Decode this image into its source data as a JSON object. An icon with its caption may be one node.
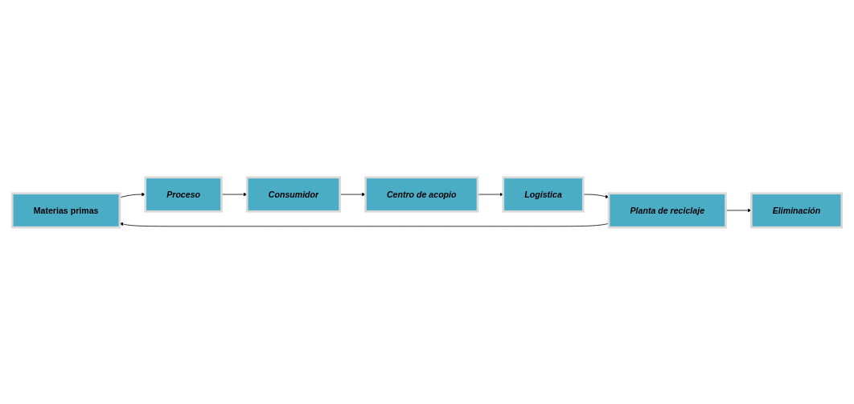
{
  "diagram": {
    "nodes": [
      {
        "text": [
          "Materias primas"
        ]
      },
      {
        "text": [
          "Proceso"
        ]
      },
      {
        "text": [
          "Consumidor"
        ]
      },
      {
        "text": [
          "Centro de acopio"
        ]
      },
      {
        "text": [
          "Logística"
        ]
      },
      {
        "text": [
          "Planta de reciclaje"
        ]
      },
      {
        "text": [
          "Eliminación"
        ]
      }
    ],
    "edges": [
      {
        "from": 0,
        "to": 1,
        "arrow": "to"
      },
      {
        "from": 1,
        "to": 2,
        "arrow": "to"
      },
      {
        "from": 2,
        "to": 3,
        "arrow": "to"
      },
      {
        "from": 3,
        "to": 4,
        "arrow": "to"
      },
      {
        "from": 4,
        "to": 5,
        "arrow": "to"
      },
      {
        "from": 5,
        "to": 0,
        "arrow": "to"
      },
      {
        "from": 5,
        "to": 6,
        "arrow": "to"
      }
    ]
  }
}
